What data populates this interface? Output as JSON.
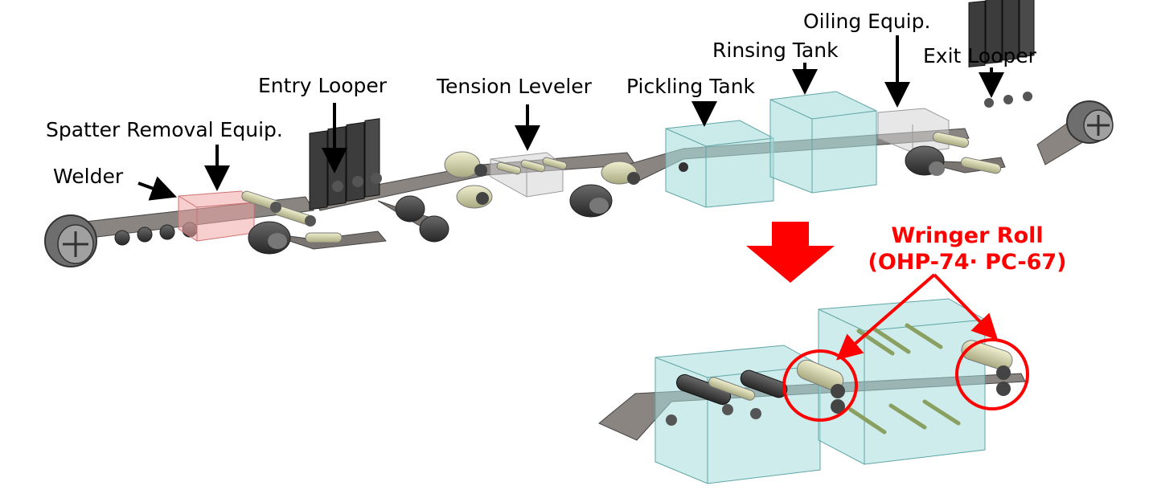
{
  "labels": {
    "welder": "Welder",
    "spatter_removal": "Spatter Removal Equip.",
    "entry_looper": "Entry Looper",
    "tension_leveler": "Tension Leveler",
    "pickling_tank": "Pickling Tank",
    "rinsing_tank": "Rinsing Tank",
    "oiling_equip": "Oiling Equip.",
    "exit_looper": "Exit Looper"
  },
  "highlight": {
    "title": "Wringer Roll",
    "models": "(OHP-74· PC-67)"
  },
  "colors": {
    "strip": "#8a8580",
    "roll_dark": "#3c3c3c",
    "roll_light": "#d6d6a8",
    "tank_fill": "#a8dcdc",
    "tank_edge": "#5fa5a5",
    "spatter_box": "#f0a8a8",
    "leveler_box": "#d4d4d4",
    "arrow_down_big": "#ff0000",
    "callout": "#ff0000"
  }
}
